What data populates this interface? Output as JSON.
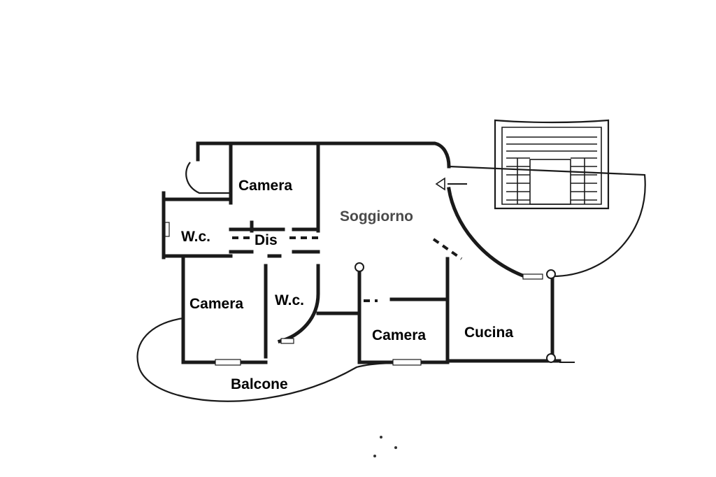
{
  "rooms": {
    "camera_top": "Camera",
    "soggiorno": "Soggiorno",
    "wc_left": "W.c.",
    "dis": "Dis",
    "camera_left": "Camera",
    "wc_middle": "W.c.",
    "camera_bottom": "Camera",
    "cucina": "Cucina",
    "balcone": "Balcone"
  },
  "colors": {
    "walls": "#1a1a1a",
    "labels": "#000000",
    "soggiorno_label": "#4a4a4a",
    "background": "#ffffff"
  }
}
